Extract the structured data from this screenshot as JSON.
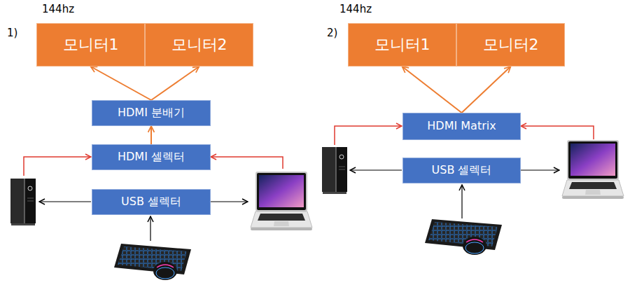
{
  "diagram": {
    "nodes": [
      {
        "text": [
          "모니터1"
        ]
      },
      {
        "text": [
          "모니터2"
        ]
      },
      {
        "text": [
          "HDMI 분배기"
        ]
      },
      {
        "text": [
          "HDMI 셀렉터"
        ]
      },
      {
        "text": [
          "USB 셀렉터"
        ]
      },
      {
        "text": [
          "모니터1"
        ]
      },
      {
        "text": [
          "모니터2"
        ]
      },
      {
        "text": [
          "HDMI Matrix"
        ]
      },
      {
        "text": [
          "USB 셀렉터"
        ]
      }
    ],
    "edges": [
      {
        "from": 2,
        "to": 0,
        "arrow": "to"
      },
      {
        "from": 2,
        "to": 1,
        "arrow": "to"
      },
      {
        "from": 3,
        "to": 2,
        "arrow": "to"
      },
      {
        "from": 7,
        "to": 5,
        "arrow": "to"
      },
      {
        "from": 7,
        "to": 6,
        "arrow": "to"
      }
    ],
    "labels": [
      "144hz",
      "1)",
      "144hz",
      "2)"
    ]
  }
}
